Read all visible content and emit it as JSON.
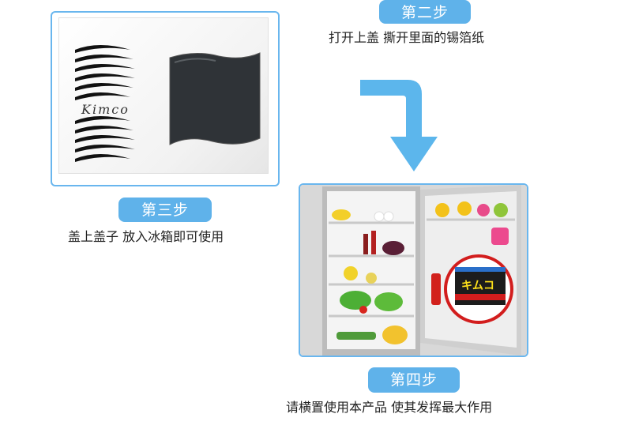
{
  "steps": [
    {
      "badge": "第二步",
      "caption": "打开上盖  撕开里面的锡箔纸"
    },
    {
      "badge": "第三步",
      "caption": "盖上盖子  放入冰箱即可使用"
    },
    {
      "badge": "第四步",
      "caption": "请横置使用本产品  使其发挥最大作用"
    }
  ],
  "product": {
    "brand": "Kimco",
    "logo_text": "キムコ"
  },
  "colors": {
    "accent_blue": "#5fb2ea",
    "frame_blue": "#69b6ee",
    "arrow_blue": "#5cb6ec"
  }
}
